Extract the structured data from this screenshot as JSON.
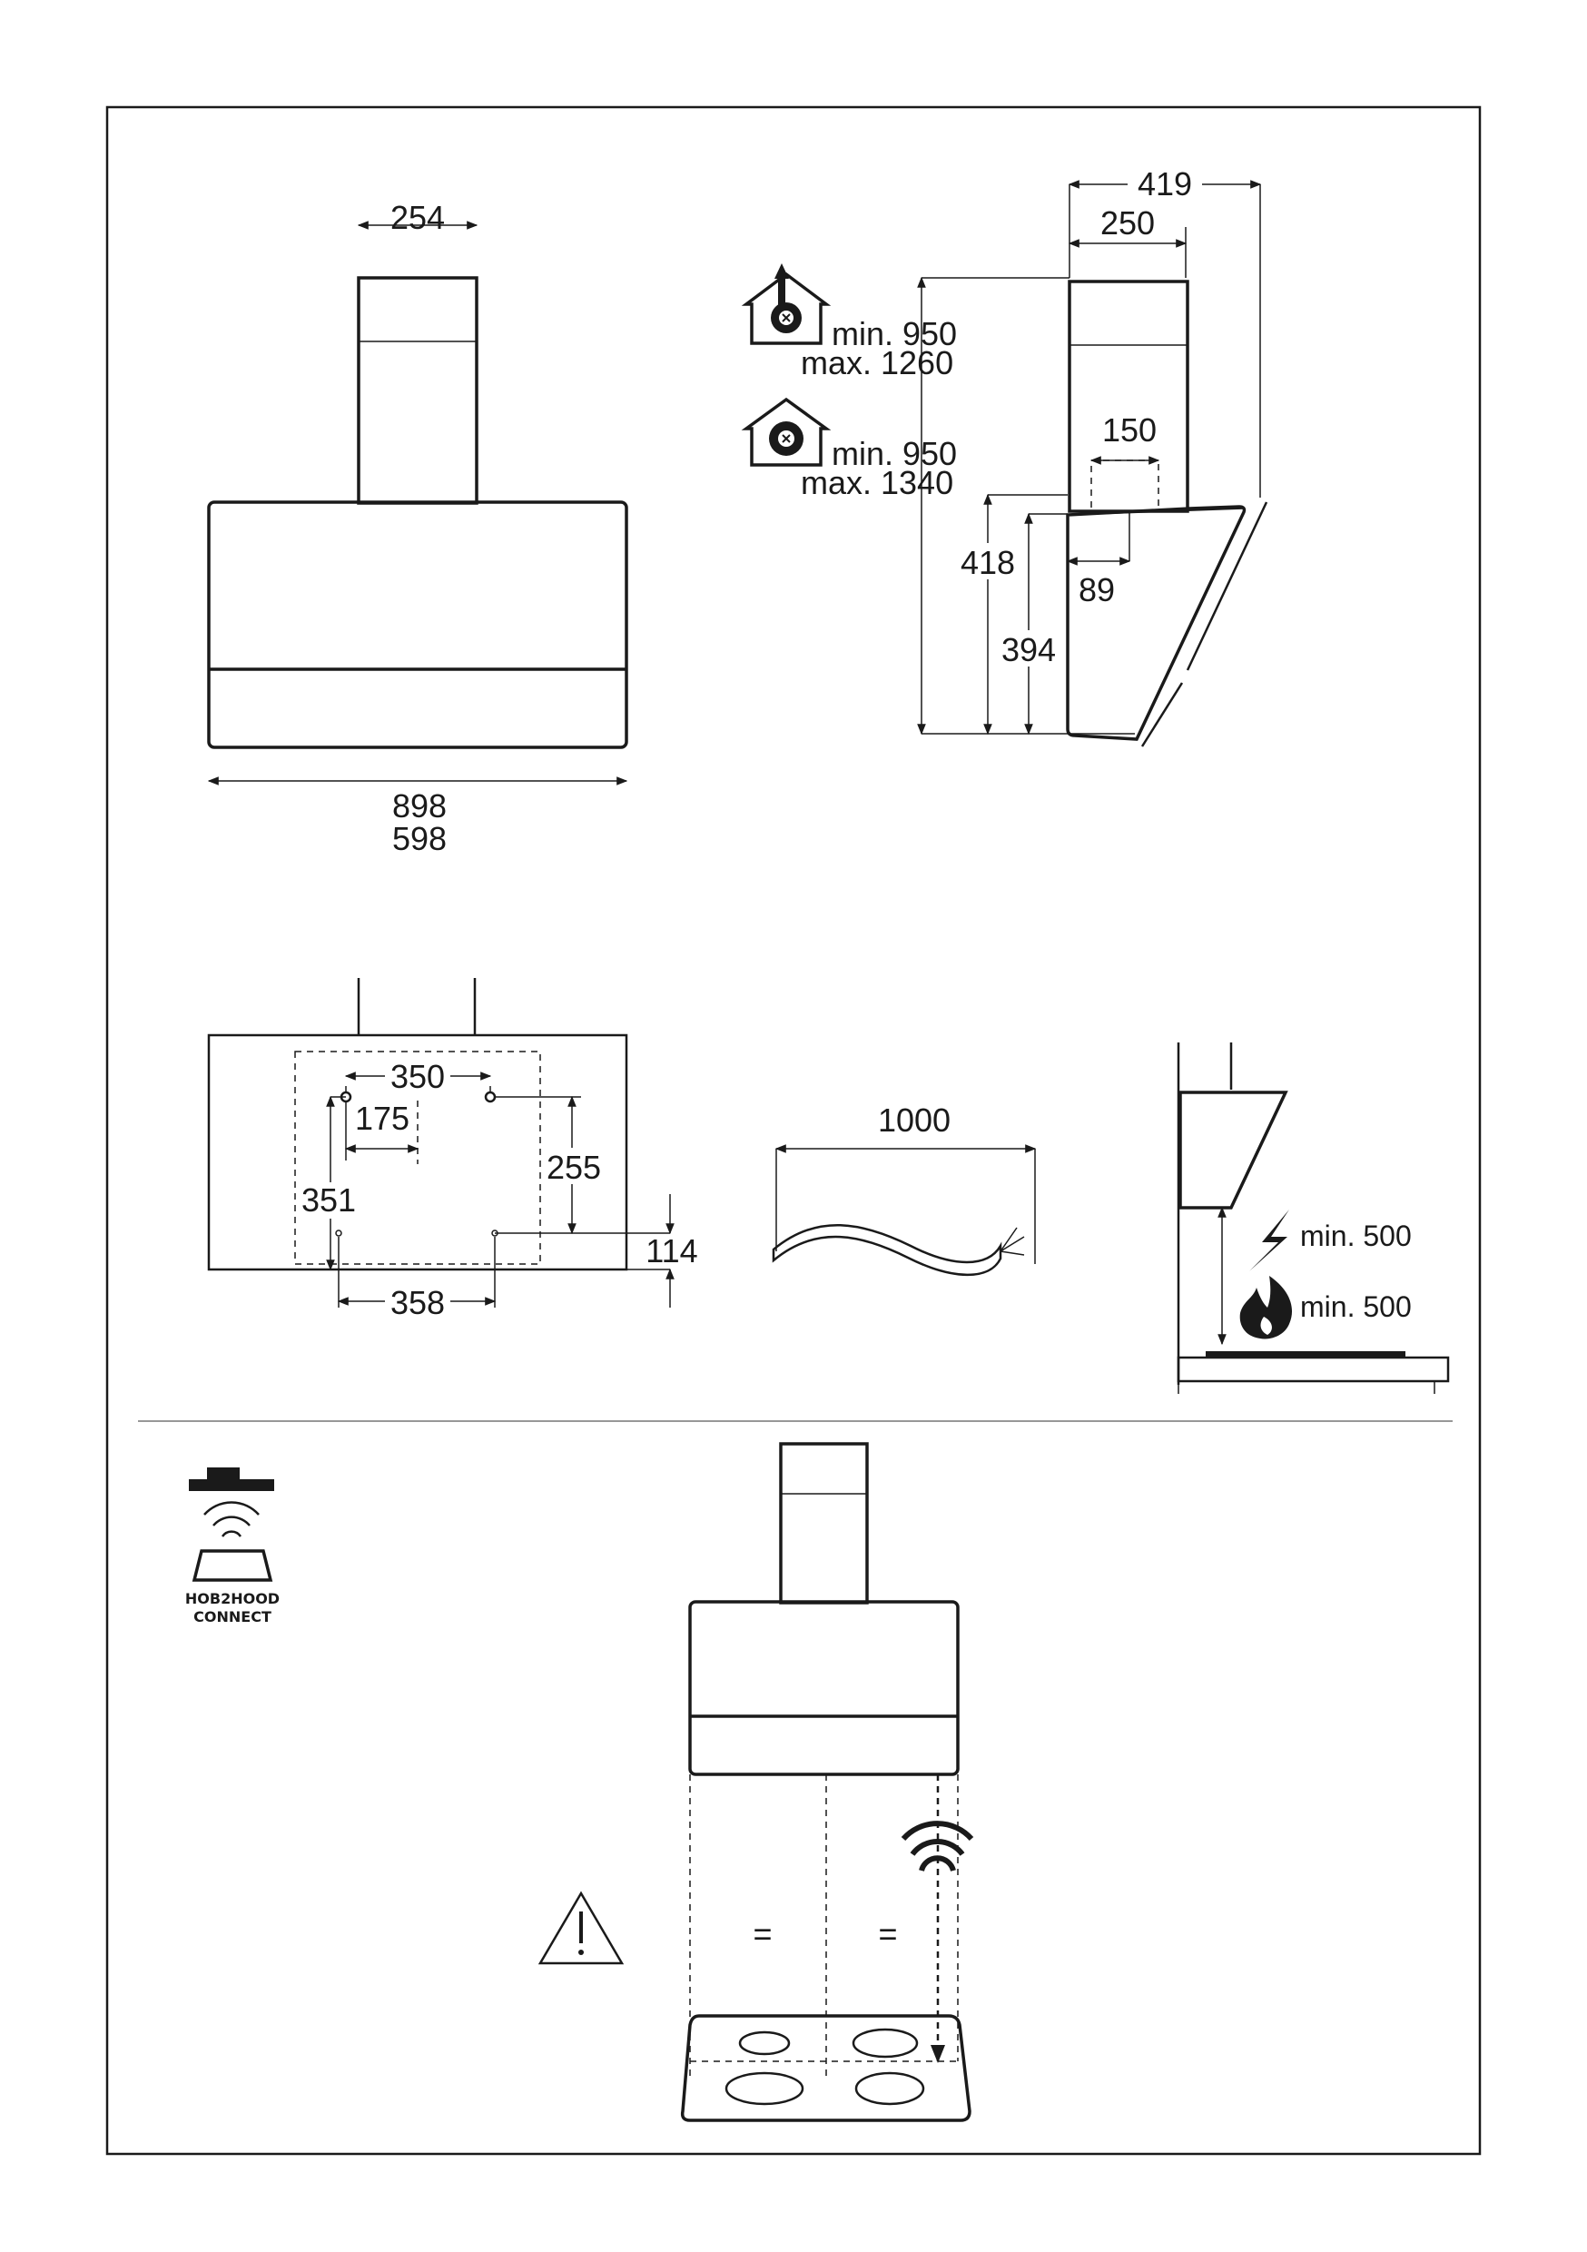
{
  "front_view": {
    "chimney_width": "254",
    "hood_width_a": "898",
    "hood_width_b": "598"
  },
  "side_view": {
    "total_depth": "419",
    "chimney_depth": "250",
    "outlet_width": "150",
    "outlet_offset": "89",
    "hood_height_outer": "418",
    "hood_height_inner": "394",
    "extraction_min": "min. 950",
    "extraction_max": "max. 1260",
    "recirculation_min": "min. 950",
    "recirculation_max": "max. 1340"
  },
  "mounting": {
    "bracket_spacing": "350",
    "bracket_half": "175",
    "bracket_drop": "255",
    "total_height": "351",
    "lower_hole_spacing": "358",
    "bottom_offset": "114"
  },
  "cable": {
    "length": "1000"
  },
  "clearance": {
    "electric_min": "min. 500",
    "gas_min": "min. 500"
  },
  "hob2hood": {
    "line1": "HOB2HOOD",
    "line2": "CONNECT"
  },
  "center_marks": {
    "left": "=",
    "right": "="
  },
  "icons": [
    "extraction-house-icon",
    "recirculation-house-icon",
    "lightning-icon",
    "flame-icon",
    "wifi-icon",
    "warning-icon",
    "hood-icon",
    "hob-icon"
  ]
}
